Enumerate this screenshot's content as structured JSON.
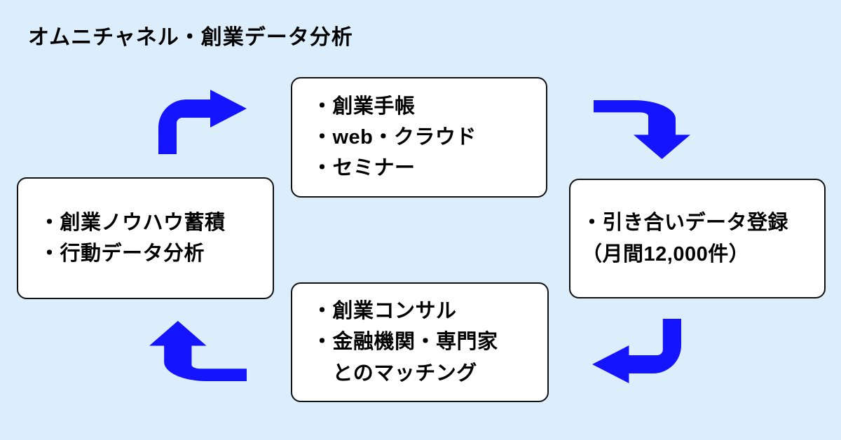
{
  "title": "オムニチャネル・創業データ分析",
  "colors": {
    "background": "#dcedfb",
    "arrow": "#1414ff",
    "box_background": "#ffffff",
    "box_border": "#111111",
    "text": "#000000"
  },
  "boxes": {
    "top": {
      "name": "channels",
      "lines": [
        "・創業手帳",
        "・web・クラウド",
        "・セミナー"
      ]
    },
    "right": {
      "name": "inquiry-data",
      "lines": [
        "・引き合いデータ登録",
        "（月間12,000件）"
      ]
    },
    "bottom": {
      "name": "consulting-matching",
      "lines": [
        "・創業コンサル",
        "・金融機関・専門家",
        "　とのマッチング"
      ]
    },
    "left": {
      "name": "knowhow-analysis",
      "lines": [
        "・創業ノウハウ蓄積",
        "・行動データ分析"
      ]
    }
  },
  "arrows": [
    {
      "id": "left-to-top",
      "direction": "up-then-right"
    },
    {
      "id": "top-to-right",
      "direction": "right-then-down"
    },
    {
      "id": "right-to-bottom",
      "direction": "down-then-left"
    },
    {
      "id": "bottom-to-left",
      "direction": "left-then-up"
    }
  ]
}
